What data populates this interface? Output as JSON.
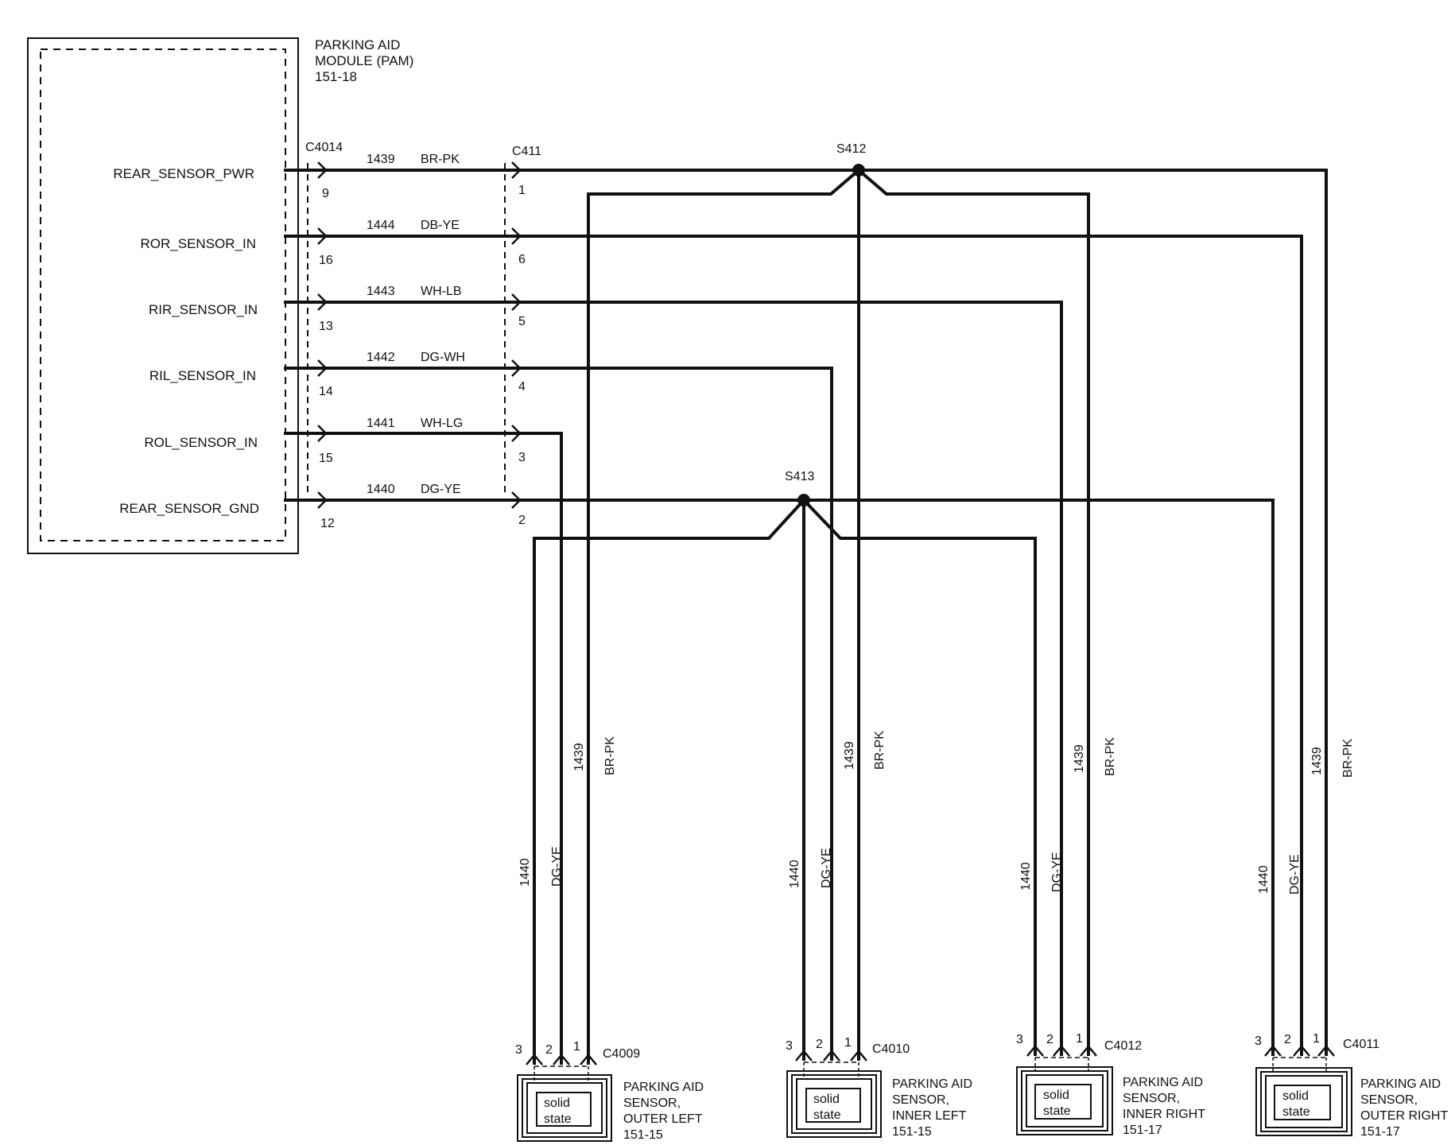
{
  "module": {
    "title_lines": [
      "PARKING AID",
      "MODULE   (PAM)",
      "151-18"
    ],
    "module_connector": "C4014",
    "inline_connector": "C411"
  },
  "signals": [
    {
      "name": "REAR_SENSOR_PWR",
      "wire": "1439",
      "color": "BR-PK",
      "module_pin": "9",
      "inline_pin": "1"
    },
    {
      "name": "ROR_SENSOR_IN",
      "wire": "1444",
      "color": "DB-YE",
      "module_pin": "16",
      "inline_pin": "6"
    },
    {
      "name": "RIR_SENSOR_IN",
      "wire": "1443",
      "color": "WH-LB",
      "module_pin": "13",
      "inline_pin": "5"
    },
    {
      "name": "RIL_SENSOR_IN",
      "wire": "1442",
      "color": "DG-WH",
      "module_pin": "14",
      "inline_pin": "4"
    },
    {
      "name": "ROL_SENSOR_IN",
      "wire": "1441",
      "color": "WH-LG",
      "module_pin": "15",
      "inline_pin": "3"
    },
    {
      "name": "REAR_SENSOR_GND",
      "wire": "1440",
      "color": "DG-YE",
      "module_pin": "12",
      "inline_pin": "2"
    }
  ],
  "splices": [
    "S412",
    "S413"
  ],
  "drop_wires": {
    "gnd_wire": "1440",
    "gnd_color": "DG-YE",
    "pwr_wire": "1439",
    "pwr_color": "BR-PK"
  },
  "sensors": [
    {
      "connector": "C4009",
      "pins": [
        "3",
        "2",
        "1"
      ],
      "inner_lines": [
        "solid",
        "state"
      ],
      "title_lines": [
        "PARKING AID",
        "SENSOR,",
        "OUTER LEFT",
        "151-15"
      ]
    },
    {
      "connector": "C4010",
      "pins": [
        "3",
        "2",
        "1"
      ],
      "inner_lines": [
        "solid",
        "state"
      ],
      "title_lines": [
        "PARKING AID",
        "SENSOR,",
        "INNER LEFT",
        "151-15"
      ]
    },
    {
      "connector": "C4012",
      "pins": [
        "3",
        "2",
        "1"
      ],
      "inner_lines": [
        "solid",
        "state"
      ],
      "title_lines": [
        "PARKING AID",
        "SENSOR,",
        "INNER RIGHT",
        "151-17"
      ]
    },
    {
      "connector": "C4011",
      "pins": [
        "3",
        "2",
        "1"
      ],
      "inner_lines": [
        "solid",
        "state"
      ],
      "title_lines": [
        "PARKING AID",
        "SENSOR,",
        "OUTER RIGHT",
        "151-17"
      ]
    }
  ]
}
